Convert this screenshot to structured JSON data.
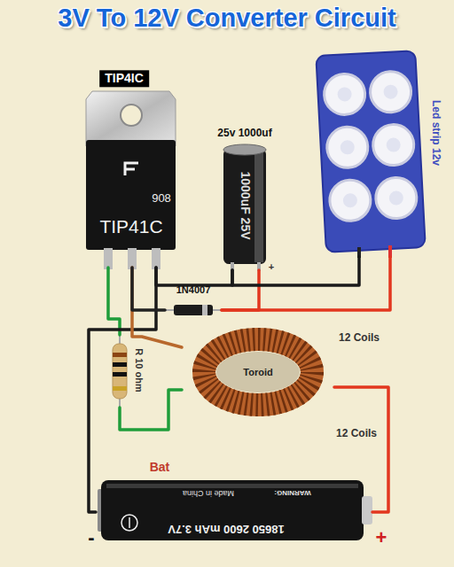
{
  "diagram": {
    "title": "3V To 12V Converter Circuit",
    "nodes": [
      {
        "text": [
          "TIP4IC",
          "908",
          "TIP41C"
        ]
      },
      {
        "text": [
          "25v 1000uf",
          "1000uF 25V"
        ]
      },
      {
        "text": [
          "Led strip 12v"
        ]
      },
      {
        "text": [
          "1N4007"
        ]
      },
      {
        "text": [
          "R 10 ohm"
        ]
      },
      {
        "text": [
          "Toroid"
        ]
      },
      {
        "text": [
          "Bat",
          "18650 2600 mAh 3.7V",
          "WARNING:",
          "Made in China"
        ]
      }
    ],
    "edges": [
      {
        "from": 0,
        "to": 4,
        "arrow": "none"
      },
      {
        "from": 4,
        "to": 5,
        "arrow": "none"
      },
      {
        "from": 5,
        "to": 6,
        "arrow": "none"
      },
      {
        "from": 6,
        "to": 0,
        "arrow": "none"
      },
      {
        "from": 5,
        "to": 0,
        "arrow": "none"
      },
      {
        "from": 0,
        "to": 3,
        "arrow": "none"
      },
      {
        "from": 3,
        "to": 2,
        "arrow": "none"
      },
      {
        "from": 1,
        "to": 3,
        "arrow": "none"
      },
      {
        "from": 0,
        "to": 1,
        "arrow": "none"
      },
      {
        "from": 1,
        "to": 2,
        "arrow": "none"
      }
    ],
    "labels": [
      "12 Coils",
      "12 Coils",
      "+",
      "-",
      "+"
    ]
  }
}
